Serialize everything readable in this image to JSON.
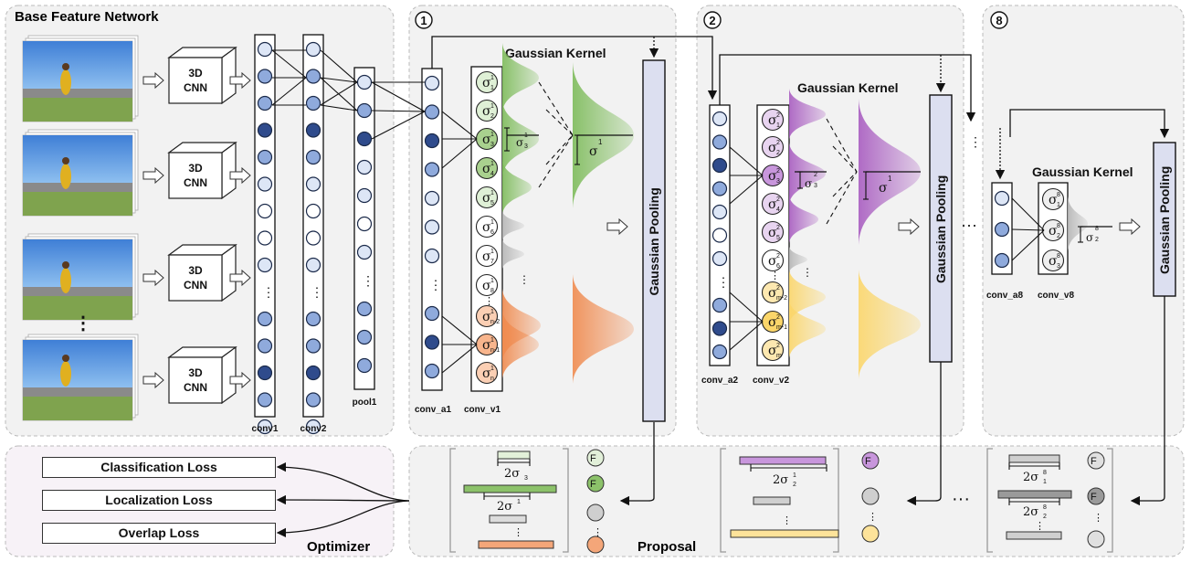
{
  "base_network": {
    "title": "Base Feature Network",
    "cnn_label_top": "3D",
    "cnn_label_bottom": "CNN",
    "ellipsis": "⋮",
    "layers": [
      "conv1",
      "conv2",
      "pool1"
    ]
  },
  "stages": [
    {
      "number": "1",
      "kernel_title": "Gaussian Kernel",
      "pooling": "Gaussian Pooling",
      "conv_a": "conv_a1",
      "conv_v": "conv_v1"
    },
    {
      "number": "2",
      "kernel_title": "Gaussian Kernel",
      "pooling": "Gaussian Pooling",
      "conv_a": "conv_a2",
      "conv_v": "conv_v2"
    },
    {
      "number": "8",
      "kernel_title": "Gaussian Kernel",
      "pooling": "Gaussian Pooling",
      "conv_a": "conv_a8",
      "conv_v": "conv_v8"
    }
  ],
  "optimizer": {
    "title": "Optimizer",
    "losses": [
      "Classification Loss",
      "Localization Loss",
      "Overlap Loss"
    ]
  },
  "proposal": {
    "title": "Proposal"
  },
  "colors": {
    "panel_bg": "#f2f2f2",
    "optimizer_bg": "#f7f2f7",
    "node_light": "#dde6f6",
    "node_mid": "#8faadc",
    "node_dark": "#2f4b8c",
    "green": "#8cc26a",
    "purple": "#b06fc4",
    "orange": "#f4a679",
    "yellow": "#fde39a",
    "gray": "#c8c8c8",
    "pool_bar": "#dcdff0"
  }
}
